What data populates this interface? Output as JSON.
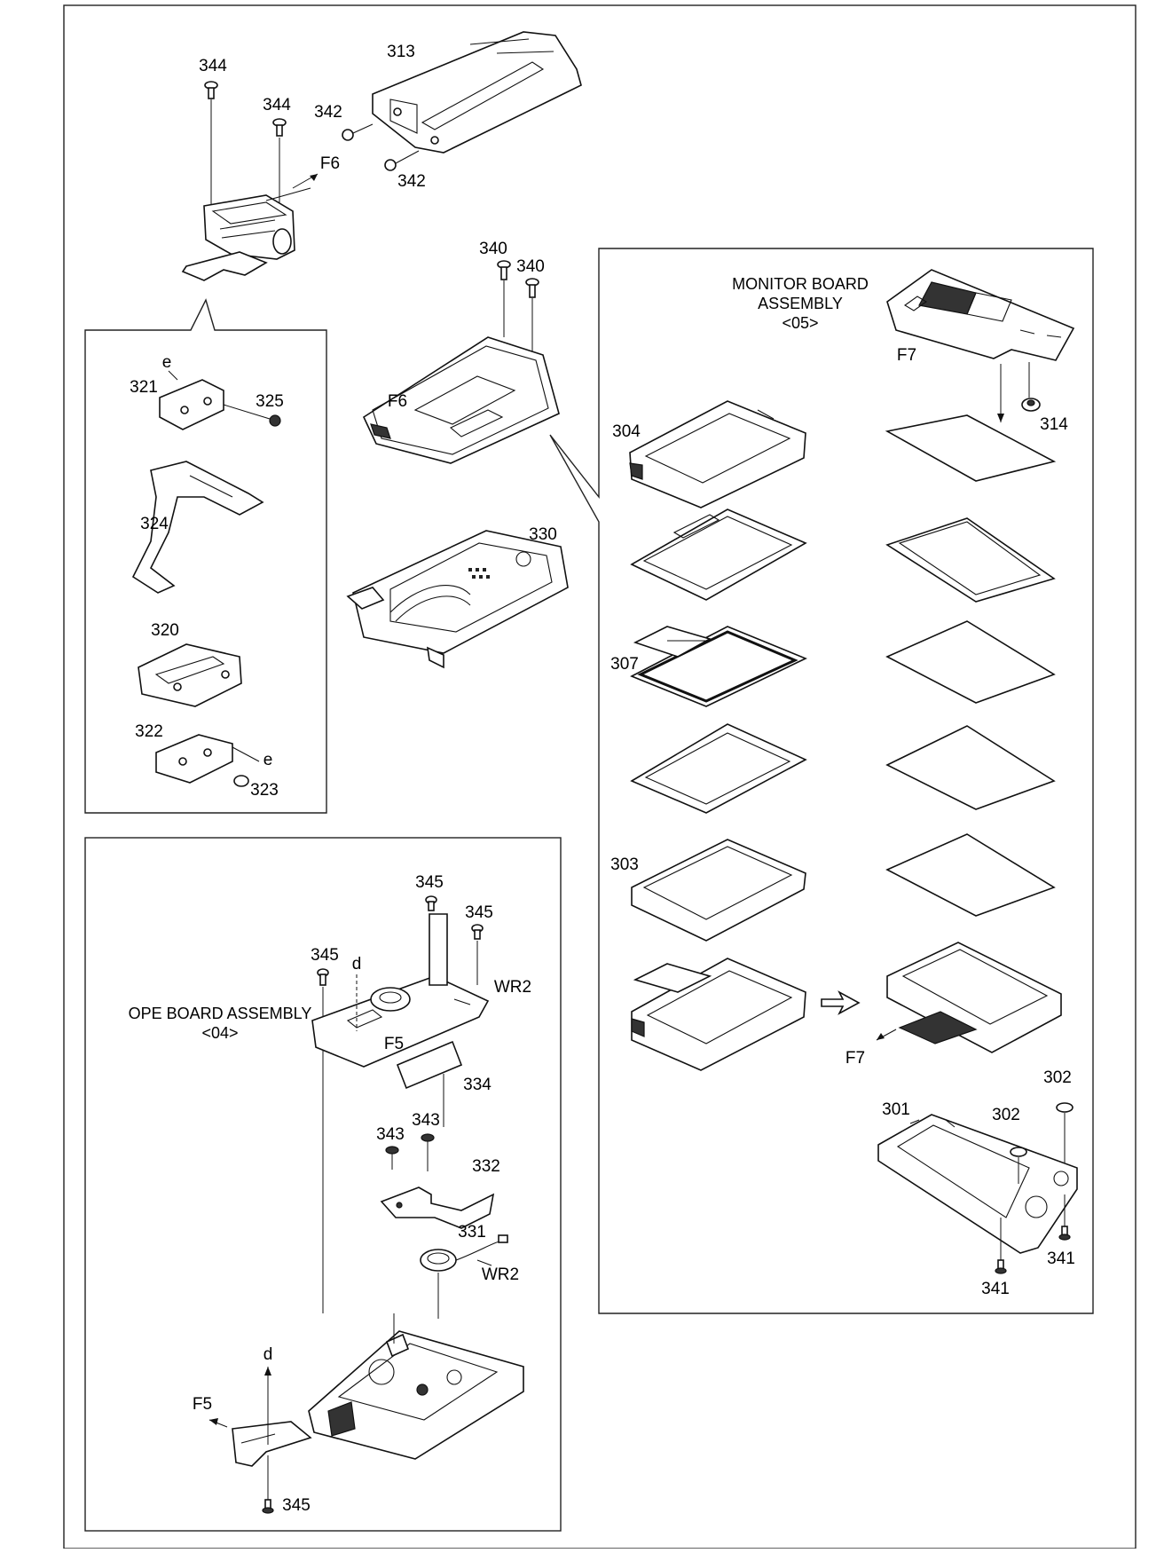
{
  "callouts": {
    "p344a": "344",
    "p344b": "344",
    "p313": "313",
    "p342a": "342",
    "p342b": "342",
    "f6a": "F6",
    "p340a": "340",
    "p340b": "340",
    "f6b": "F6",
    "e1": "e",
    "p321": "321",
    "p325": "325",
    "p324": "324",
    "p320": "320",
    "p322": "322",
    "e2": "e",
    "p323": "323",
    "p330": "330",
    "f7a": "F7",
    "p314": "314",
    "p304": "304",
    "p307": "307",
    "p303": "303",
    "f7b": "F7",
    "p302a": "302",
    "p302b": "302",
    "p301": "301",
    "p341a": "341",
    "p341b": "341",
    "p345a": "345",
    "p345b": "345",
    "p345c": "345",
    "d1": "d",
    "wr2a": "WR2",
    "f5a": "F5",
    "p334": "334",
    "p343a": "343",
    "p343b": "343",
    "p332": "332",
    "p331": "331",
    "wr2b": "WR2",
    "d2": "d",
    "f5b": "F5",
    "p345d": "345"
  },
  "monitor_board": {
    "line1": "MONITOR BOARD",
    "line2": "ASSEMBLY",
    "code": "<05>"
  },
  "ope_board": {
    "line1": "OPE BOARD ASSEMBLY",
    "code": "<04>"
  }
}
